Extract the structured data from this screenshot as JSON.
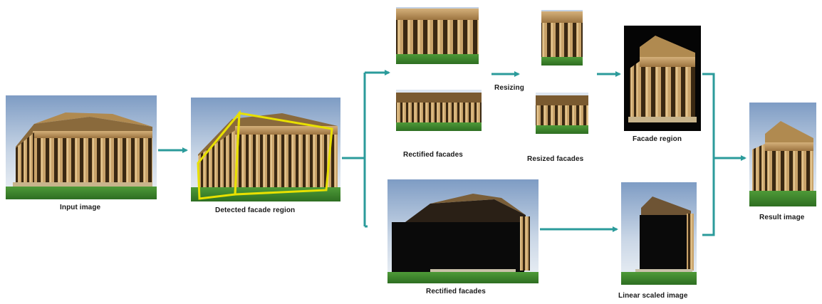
{
  "diagram": {
    "labels": {
      "input": "Input image",
      "detected": "Detected facade region",
      "rectified_top": "Rectified facades",
      "resizing": "Resizing",
      "resized": "Resized facades",
      "facade_region": "Facade region",
      "rectified_bottom": "Rectified facades",
      "linear_scaled": "Linear scaled image",
      "result": "Result image"
    },
    "colors": {
      "arrow": "#2b9b9b",
      "detection_box": "#e8e000",
      "sky": "#9fb6d3",
      "stone": "#b89258",
      "column_shadow": "#4a3418",
      "grass": "#3a8a2c",
      "dark_mask": "#0a0a0a"
    }
  }
}
